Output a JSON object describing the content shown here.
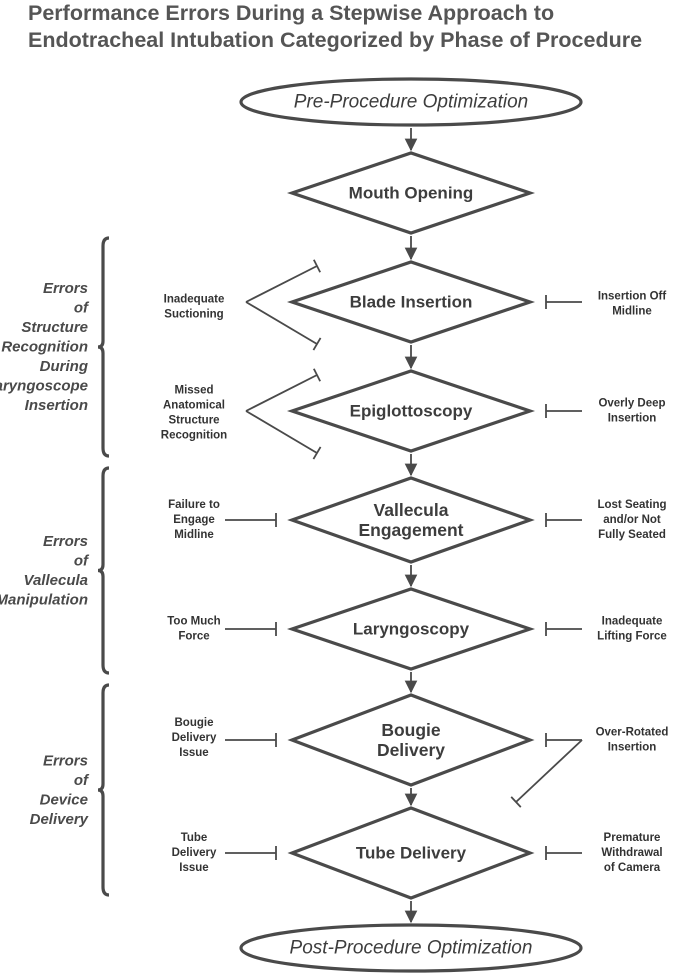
{
  "title": {
    "line1": "Performance Errors During a Stepwise Approach to",
    "line2": "Endotracheal Intubation Categorized by Phase of Procedure"
  },
  "start_node": "Pre-Procedure Optimization",
  "end_node": "Post-Procedure Optimization",
  "steps": [
    {
      "lines": [
        "Mouth Opening"
      ]
    },
    {
      "lines": [
        "Blade Insertion"
      ]
    },
    {
      "lines": [
        "Epiglottoscopy"
      ]
    },
    {
      "lines": [
        "Vallecula",
        "Engagement"
      ]
    },
    {
      "lines": [
        "Laryngoscopy"
      ]
    },
    {
      "lines": [
        "Bougie",
        "Delivery"
      ]
    },
    {
      "lines": [
        "Tube Delivery"
      ]
    }
  ],
  "left_errors": [
    {
      "lines": [
        "Inadequate",
        "Suctioning"
      ]
    },
    {
      "lines": [
        "Missed",
        "Anatomical",
        "Structure",
        "Recognition"
      ]
    },
    {
      "lines": [
        "Failure to",
        "Engage",
        "Midline"
      ]
    },
    {
      "lines": [
        "Too Much",
        "Force"
      ]
    },
    {
      "lines": [
        "Bougie",
        "Delivery",
        "Issue"
      ]
    },
    {
      "lines": [
        "Tube",
        "Delivery",
        "Issue"
      ]
    }
  ],
  "right_errors": [
    {
      "lines": [
        "Insertion Off",
        "Midline"
      ]
    },
    {
      "lines": [
        "Overly Deep",
        "Insertion"
      ]
    },
    {
      "lines": [
        "Lost Seating",
        "and/or Not",
        "Fully Seated"
      ]
    },
    {
      "lines": [
        "Inadequate",
        "Lifting Force"
      ]
    },
    {
      "lines": [
        "Over-Rotated",
        "Insertion"
      ]
    },
    {
      "lines": [
        "Premature",
        "Withdrawal",
        "of Camera"
      ]
    }
  ],
  "groups": [
    {
      "lines": [
        "Errors",
        "of",
        "Structure",
        "Recognition",
        "During",
        "Laryngoscope",
        "Insertion"
      ]
    },
    {
      "lines": [
        "Errors",
        "of",
        "Vallecula",
        "Manipulation"
      ]
    },
    {
      "lines": [
        "Errors",
        "of",
        "Device",
        "Delivery"
      ]
    }
  ]
}
